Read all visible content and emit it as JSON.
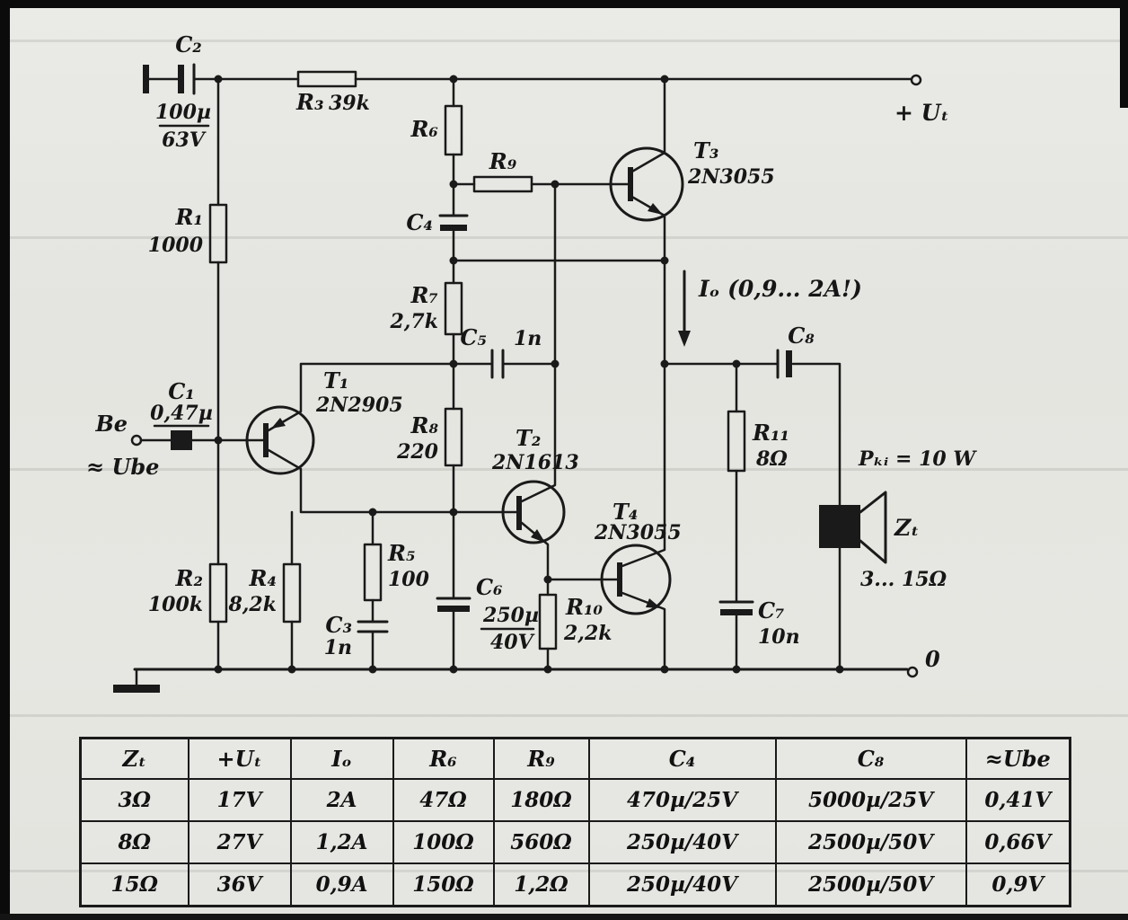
{
  "components": {
    "C1": {
      "ref": "C₁",
      "value": "0,47µ"
    },
    "C2": {
      "ref": "C₂",
      "value": "100µ",
      "rating": "63V"
    },
    "C3": {
      "ref": "C₃",
      "value": "1n"
    },
    "C4": {
      "ref": "C₄"
    },
    "C5": {
      "ref": "C₅",
      "value": "1n"
    },
    "C6": {
      "ref": "C₆",
      "value": "250µ",
      "rating": "40V"
    },
    "C7": {
      "ref": "C₇",
      "value": "10n"
    },
    "C8": {
      "ref": "C₈"
    },
    "R1": {
      "ref": "R₁",
      "value": "1000"
    },
    "R2": {
      "ref": "R₂",
      "value": "100k"
    },
    "R3": {
      "ref": "R₃",
      "value": "39k"
    },
    "R4": {
      "ref": "R₄",
      "value": "8,2k"
    },
    "R5": {
      "ref": "R₅",
      "value": "100"
    },
    "R6": {
      "ref": "R₆"
    },
    "R7": {
      "ref": "R₇",
      "value": "2,7k"
    },
    "R8": {
      "ref": "R₈",
      "value": "220"
    },
    "R9": {
      "ref": "R₉"
    },
    "R10": {
      "ref": "R₁₀",
      "value": "2,2k"
    },
    "R11": {
      "ref": "R₁₁",
      "value": "8Ω"
    },
    "T1": {
      "ref": "T₁",
      "type": "2N2905"
    },
    "T2": {
      "ref": "T₂",
      "type": "2N1613"
    },
    "T3": {
      "ref": "T₃",
      "type": "2N3055"
    },
    "T4": {
      "ref": "T₄",
      "type": "2N3055"
    }
  },
  "labels": {
    "input": "Be",
    "input_voltage": "≈ Ube",
    "supply": "+ Uₜ",
    "current": "Iₒ (0,9... 2A!)",
    "power": "Pₖᵢ = 10 W",
    "speaker_symbol": "Zₜ",
    "speaker_range": "3... 15Ω",
    "zero": "0"
  },
  "table": {
    "headers": [
      "Zₜ",
      "+Uₜ",
      "Iₒ",
      "R₆",
      "R₉",
      "C₄",
      "C₈",
      "≈Ube"
    ],
    "rows": [
      [
        "3Ω",
        "17V",
        "2A",
        "47Ω",
        "180Ω",
        "470µ/25V",
        "5000µ/25V",
        "0,41V"
      ],
      [
        "8Ω",
        "27V",
        "1,2A",
        "100Ω",
        "560Ω",
        "250µ/40V",
        "2500µ/50V",
        "0,66V"
      ],
      [
        "15Ω",
        "36V",
        "0,9A",
        "150Ω",
        "1,2Ω",
        "250µ/40V",
        "2500µ/50V",
        "0,9V"
      ]
    ]
  }
}
